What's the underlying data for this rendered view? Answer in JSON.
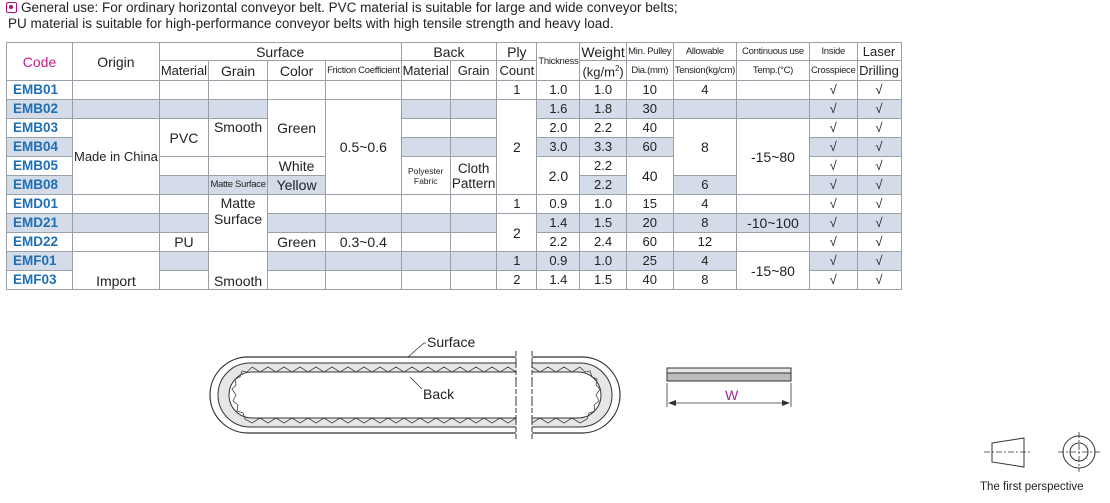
{
  "note": {
    "line1": "General use: For ordinary horizontal conveyor belt. PVC material is suitable for large and wide conveyor belts;",
    "line2": "PU material is suitable for high-performance conveyor belts with high tensile strength and heavy load."
  },
  "table": {
    "headers": {
      "code": "Code",
      "origin": "Origin",
      "surface": "Surface",
      "material": "Material",
      "grain": "Grain",
      "color": "Color",
      "friction": "Friction Coefficient",
      "back": "Back",
      "back_material": "Material",
      "back_grain": "Grain",
      "ply": "Ply",
      "count": "Count",
      "thickness": "Thickness",
      "weight": "Weight",
      "weight_unit_pre": "(kg/m",
      "weight_unit_sup": "2",
      "weight_unit_post": ")",
      "min_pulley": "Min. Pulley",
      "min_pulley_unit": "Dia.(mm)",
      "allowable": "Allowable",
      "allowable_unit": "Tension(kg/cm)",
      "continuous": "Continuous use",
      "continuous_unit": "Temp.(°C)",
      "inside": "Inside",
      "crosspiece": "Crosspiece",
      "laser": "Laser",
      "drilling": "Drilling"
    },
    "codes": [
      "EMB01",
      "EMB02",
      "EMB03",
      "EMB04",
      "EMB05",
      "EMB08",
      "EMD01",
      "EMD21",
      "EMD22",
      "EMF01",
      "EMF03"
    ],
    "origin": {
      "made_in_china": "Made in China",
      "import": "Import"
    },
    "surface_material": {
      "pvc": "PVC",
      "pu": "PU"
    },
    "grain": {
      "smooth": "Smooth",
      "matte_surface": "Matte Surface",
      "matte_surface_2": "Matte Surface",
      "smooth_2": "Smooth"
    },
    "color": {
      "green": "Green",
      "white": "White",
      "yellow": "Yellow",
      "green_2": "Green"
    },
    "friction": {
      "pvc": "0.5~0.6",
      "pu": "0.3~0.4"
    },
    "back": {
      "material": "Polyester Fabric",
      "grain": "Cloth Pattern"
    },
    "ply": [
      "1",
      "2",
      "1",
      "2",
      "1",
      "2"
    ],
    "thickness": [
      "1.0",
      "1.6",
      "2.0",
      "3.0",
      "2.0",
      "0.9",
      "1.4",
      "2.2",
      "0.9",
      "1.4"
    ],
    "weight": [
      "1.0",
      "1.8",
      "2.2",
      "3.3",
      "2.2",
      "2.2",
      "1.0",
      "1.5",
      "2.4",
      "1.0",
      "1.5"
    ],
    "min_pulley": [
      "10",
      "30",
      "40",
      "60",
      "40",
      "15",
      "20",
      "60",
      "25",
      "40"
    ],
    "allowable": [
      "4",
      "8",
      "6",
      "4",
      "8",
      "12",
      "4",
      "8"
    ],
    "temp": [
      "-15~80",
      "-10~100",
      "-15~80"
    ],
    "check": "√"
  },
  "diagram": {
    "surface_label": "Surface",
    "back_label": "Back",
    "w_label": "W",
    "perspective_label": "The first perspective"
  },
  "colors": {
    "accent": "#c0208a",
    "code": "#1f6fb5",
    "stripe": "#d4dbe9",
    "w_label": "#9b2a8f"
  }
}
